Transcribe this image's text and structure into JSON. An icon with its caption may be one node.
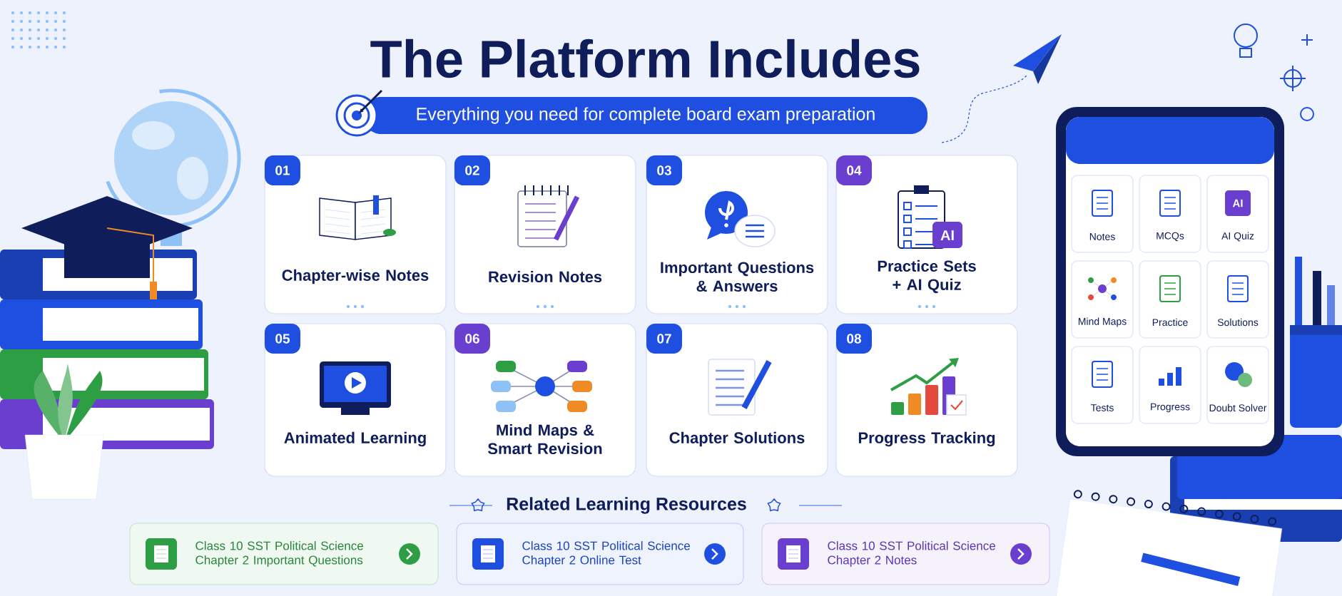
{
  "diagram": {
    "title": "The Platform Includes",
    "nodes": [
      {
        "text": [
          "Everything you need for complete board exam preparation"
        ]
      },
      {
        "text": [
          "01",
          "Chapter-wise Notes"
        ]
      },
      {
        "text": [
          "02",
          "Revision Notes"
        ]
      },
      {
        "text": [
          "03",
          "Important Questions & Answers"
        ]
      },
      {
        "text": [
          "04",
          "Practice Sets + AI Quiz"
        ]
      },
      {
        "text": [
          "05",
          "Animated Learning"
        ]
      },
      {
        "text": [
          "06",
          "Mind Maps & Smart Revision"
        ]
      },
      {
        "text": [
          "07",
          "Chapter Solutions"
        ]
      },
      {
        "text": [
          "08",
          "Progress Tracking"
        ]
      },
      {
        "text": [],
        "shape": "box"
      },
      {
        "text": [
          "Notes"
        ],
        "in": 9
      },
      {
        "text": [
          "MCQs"
        ],
        "in": 9
      },
      {
        "text": [
          "AI Quiz"
        ],
        "in": 9
      },
      {
        "text": [
          "Mind Maps"
        ],
        "in": 9
      },
      {
        "text": [
          "Practice"
        ],
        "in": 9
      },
      {
        "text": [
          "Solutions"
        ],
        "in": 9
      },
      {
        "text": [
          "Tests"
        ],
        "in": 9
      },
      {
        "text": [
          "Progress"
        ],
        "in": 9
      },
      {
        "text": [
          "Doubt Solver"
        ],
        "in": 9
      },
      {
        "text": [
          "Class 10 SST Political Science Chapter 2 Important Questions"
        ]
      },
      {
        "text": [
          "Class 10 SST Political Science Chapter 2 Online Test"
        ]
      },
      {
        "text": [
          "Class 10 SST Political Science Chapter 2 Notes"
        ]
      }
    ],
    "labels": [
      "AI",
      "AI",
      "Related Learning Resources"
    ]
  }
}
